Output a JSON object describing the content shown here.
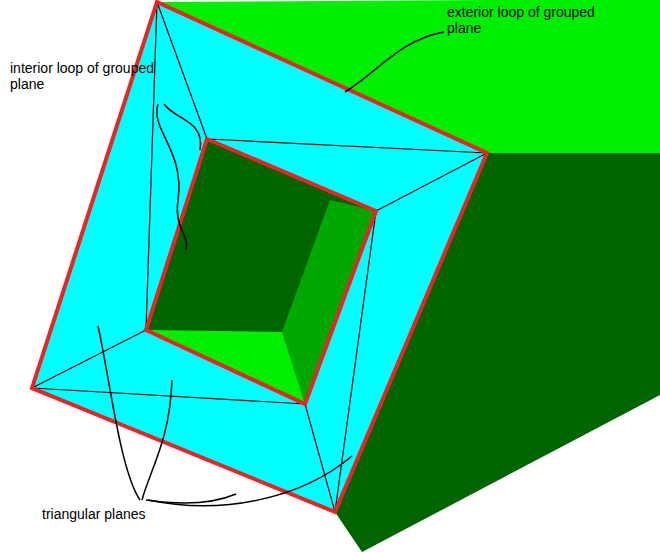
{
  "diagram": {
    "labels": [
      "exterior loop of grouped plane",
      "interior loop of grouped plane",
      "triangular planes"
    ]
  }
}
